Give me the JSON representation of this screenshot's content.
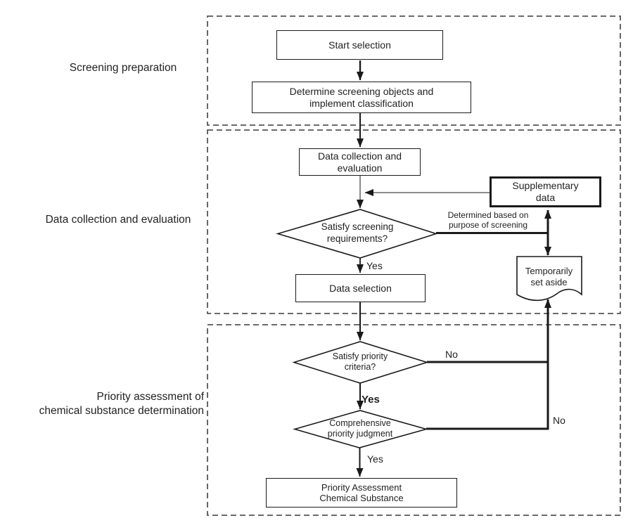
{
  "sections": [
    {
      "label": "Screening preparation"
    },
    {
      "label": "Data collection and evaluation"
    },
    {
      "label": "Priority assessment of\nchemical substance determination"
    }
  ],
  "nodes": {
    "start_selection": "Start selection",
    "determine_screening": "Determine screening objects and\nimplement classification",
    "data_collection": "Data collection and\nevaluation",
    "supplementary_data": "Supplementary\ndata",
    "satisfy_screening": "Satisfy screening\nrequirements?",
    "data_selection": "Data selection",
    "temporarily_set_aside": "Temporarily\nset aside",
    "satisfy_priority": "Satisfy priority\ncriteria?",
    "comprehensive_judgment": "Comprehensive\npriority judgment",
    "priority_assessment": "Priority Assessment\nChemical Substance"
  },
  "edge_labels": {
    "determined_note": "Determined based on\npurpose of screening",
    "yes_screening": "Yes",
    "yes_priority": "Yes",
    "yes_comprehensive": "Yes",
    "no_priority": "No",
    "no_comprehensive": "No"
  },
  "colors": {
    "line": "#1a1a1a",
    "gray_line": "#7d7d7d",
    "container_border": "#555555",
    "background": "#ffffff",
    "text": "#222222"
  }
}
